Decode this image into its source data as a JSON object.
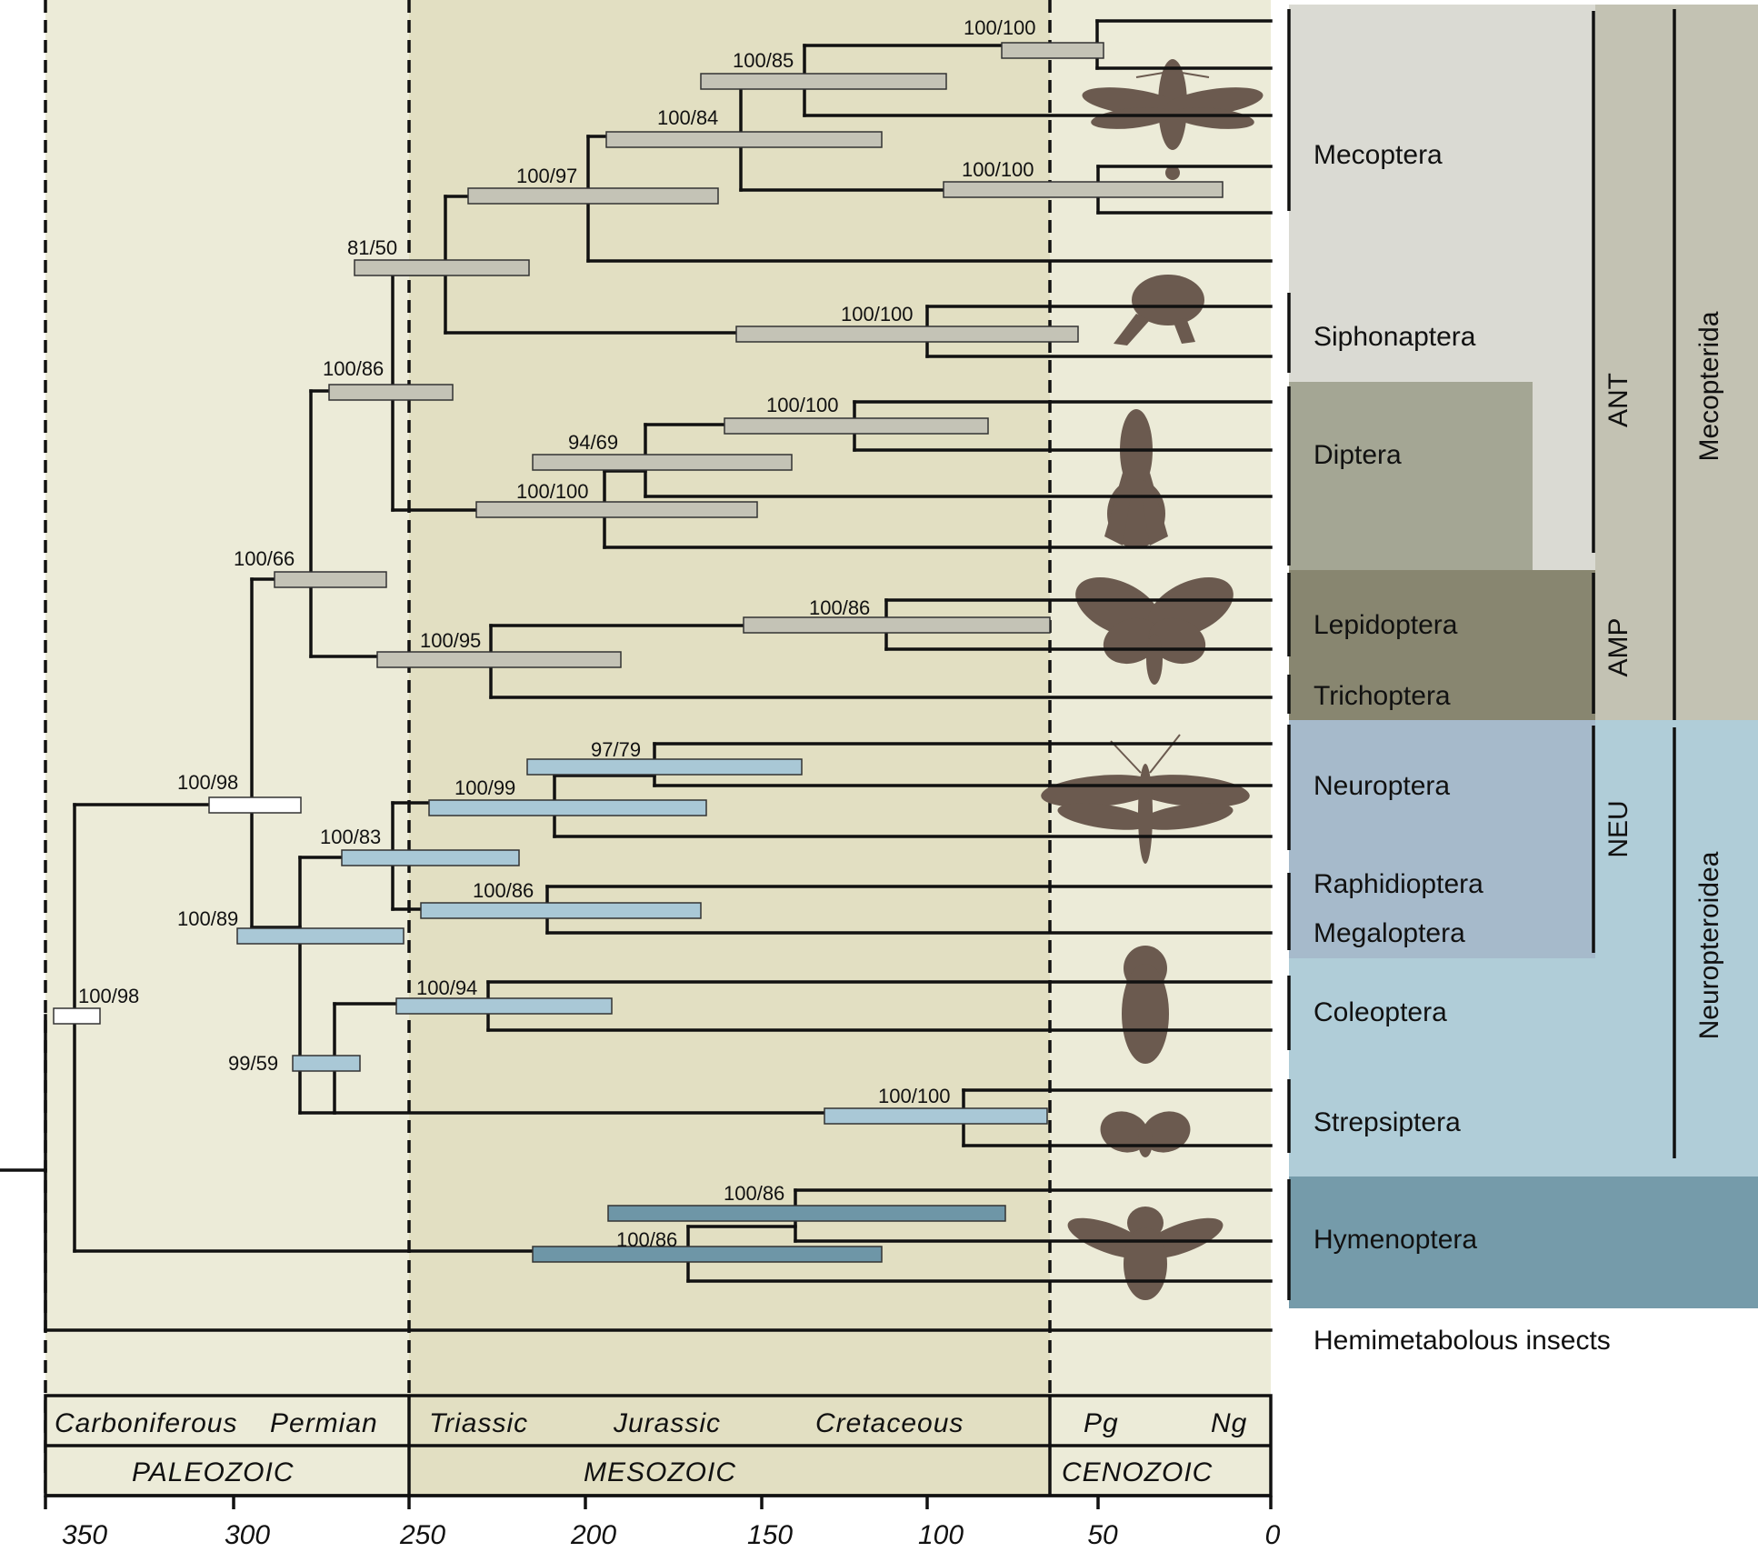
{
  "axis": {
    "ticks": [
      "350",
      "300",
      "250",
      "200",
      "150",
      "100",
      "50",
      "0"
    ]
  },
  "periods": [
    "Carboniferous",
    "Permian",
    "Triassic",
    "Jurassic",
    "Cretaceous",
    "Pg",
    "Ng"
  ],
  "eras": [
    "PALEOZOIC",
    "MESOZOIC",
    "CENOZOIC"
  ],
  "clades": {
    "mecoptera": "Mecoptera",
    "siphonaptera": "Siphonaptera",
    "diptera": "Diptera",
    "lepidoptera": "Lepidoptera",
    "trichoptera": "Trichoptera",
    "neuroptera": "Neuroptera",
    "raphidioptera": "Raphidioptera",
    "megaloptera": "Megaloptera",
    "coleoptera": "Coleoptera",
    "strepsiptera": "Strepsiptera",
    "hymenoptera": "Hymenoptera",
    "hemimetabolous": "Hemimetabolous insects"
  },
  "groups": {
    "ant": "ANT",
    "amp": "AMP",
    "neu": "NEU",
    "mecopterida": "Mecopterida",
    "neuropteroidea": "Neuropteroidea"
  },
  "supports": {
    "s1": "100/100",
    "s2": "100/85",
    "s3": "100/84",
    "s4": "100/97",
    "s5": "100/100",
    "s6": "81/50",
    "s7": "100/100",
    "s8": "100/86",
    "s9": "100/100",
    "s10": "94/69",
    "s11": "100/100",
    "s12": "100/66",
    "s13": "100/86",
    "s14": "100/95",
    "s15": "97/79",
    "s16": "100/98",
    "s17": "100/99",
    "s18": "100/83",
    "s19": "100/89",
    "s20": "100/86",
    "s21": "100/98",
    "s22": "100/94",
    "s23": "99/59",
    "s24": "100/100",
    "s25": "100/86",
    "s26": "100/86"
  },
  "colors": {
    "paleozoic_bg": "#ecebd8",
    "mesozoic_bg": "#e2dfc2",
    "cenozoic_bg": "#ecebd8",
    "gray_bar": "#c4c3b6",
    "blue_bar": "#a9c8d6",
    "hymen_bar": "#6e96a7",
    "mecoptera_panel": "#dadad3",
    "diptera_panel": "#a4a694",
    "lep_panel": "#888670",
    "mecopterida_panel": "#c3c2b3",
    "neuro_panel": "#a6bacb",
    "neuropteroidea_panel": "#b0cdd8",
    "hymen_panel": "#759baa",
    "silhouette": "#6b5a4f"
  }
}
